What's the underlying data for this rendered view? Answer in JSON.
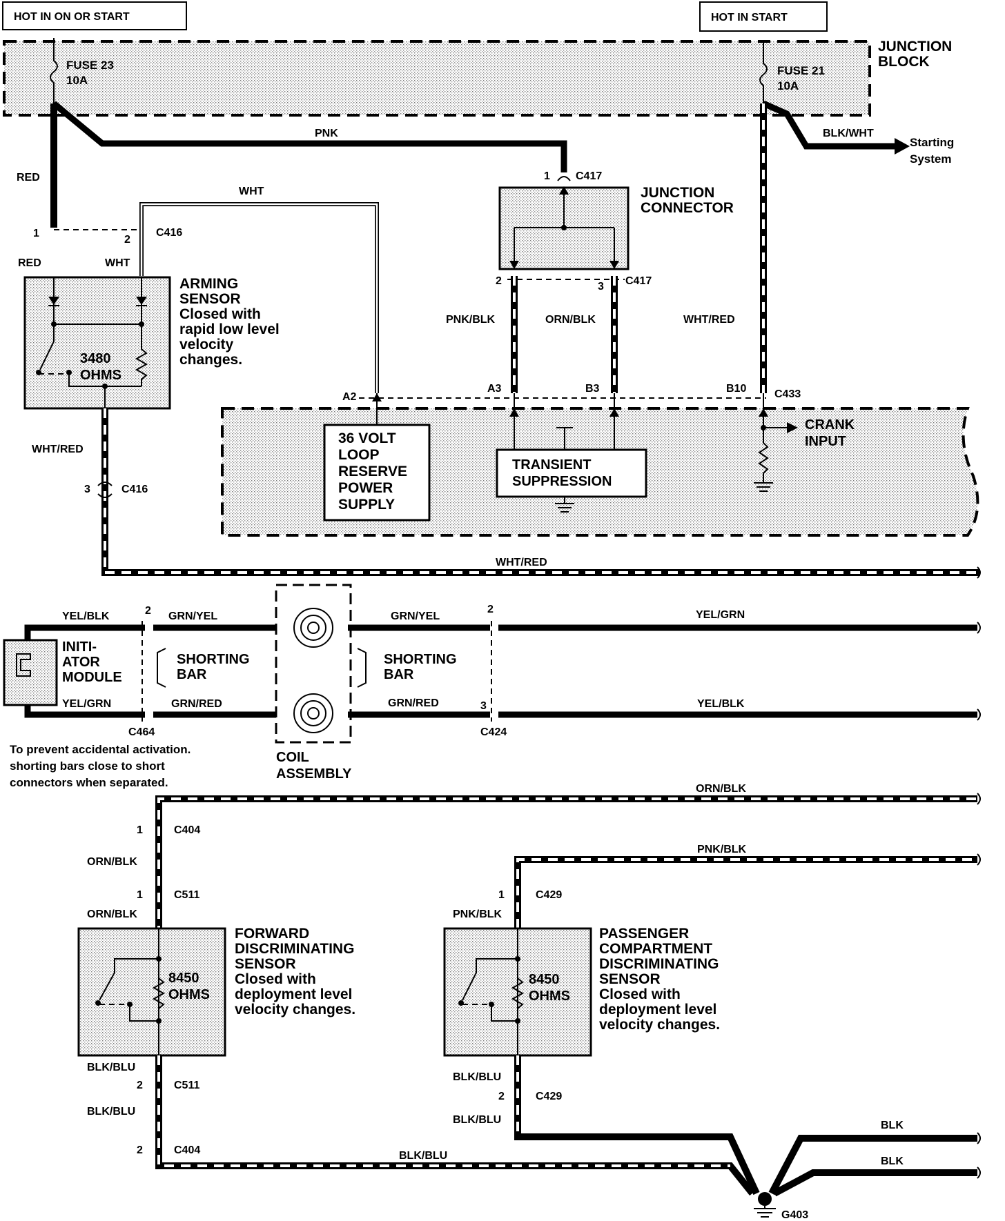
{
  "power": {
    "hot_run_start": "HOT IN ON OR START",
    "hot_start": "HOT IN START",
    "junction_block": [
      "JUNCTION",
      "BLOCK"
    ],
    "fuse23": [
      "FUSE 23",
      "10A"
    ],
    "fuse21": [
      "FUSE 21",
      "10A"
    ],
    "starting_system": [
      "Starting",
      "System"
    ]
  },
  "wires": {
    "pnk": "PNK",
    "red": "RED",
    "wht": "WHT",
    "blk_wht": "BLK/WHT",
    "pnk_blk": "PNK/BLK",
    "orn_blk": "ORN/BLK",
    "wht_red": "WHT/RED",
    "yel_blk": "YEL/BLK",
    "yel_grn": "YEL/GRN",
    "grn_yel": "GRN/YEL",
    "grn_red": "GRN/RED",
    "blk_blu": "BLK/BLU",
    "blk": "BLK"
  },
  "connectors": {
    "c417": "C417",
    "c416": "C416",
    "c433": "C433",
    "c464": "C464",
    "c424": "C424",
    "c404": "C404",
    "c511": "C511",
    "c429": "C429",
    "g403": "G403"
  },
  "pins": {
    "p1": "1",
    "p2": "2",
    "p3": "3",
    "a2": "A2",
    "a3": "A3",
    "b3": "B3",
    "b10": "B10"
  },
  "components": {
    "junction_connector": [
      "JUNCTION",
      "CONNECTOR"
    ],
    "arming_sensor": [
      "ARMING",
      "SENSOR",
      "Closed with",
      "rapid low level",
      "velocity",
      "changes."
    ],
    "arming_ohms": [
      "3480",
      "OHMS"
    ],
    "loop_reserve": [
      "36 VOLT",
      "LOOP",
      "RESERVE",
      "POWER",
      "SUPPLY"
    ],
    "transient": [
      "TRANSIENT",
      "SUPPRESSION"
    ],
    "crank_input": [
      "CRANK",
      "INPUT"
    ],
    "initiator": [
      "INITI-",
      "ATOR",
      "MODULE"
    ],
    "shorting_bar": [
      "SHORTING",
      "BAR"
    ],
    "coil_assembly": [
      "COIL",
      "ASSEMBLY"
    ],
    "note": [
      "To prevent accidental activation.",
      "shorting bars close to short",
      "connectors when separated."
    ],
    "forward_sensor": [
      "FORWARD",
      "DISCRIMINATING",
      "SENSOR",
      "Closed with",
      "deployment level",
      "velocity changes."
    ],
    "passenger_sensor": [
      "PASSENGER",
      "COMPARTMENT",
      "DISCRIMINATING",
      "SENSOR",
      "Closed with",
      "deployment level",
      "velocity changes."
    ],
    "sensor_ohms": [
      "8450",
      "OHMS"
    ]
  }
}
